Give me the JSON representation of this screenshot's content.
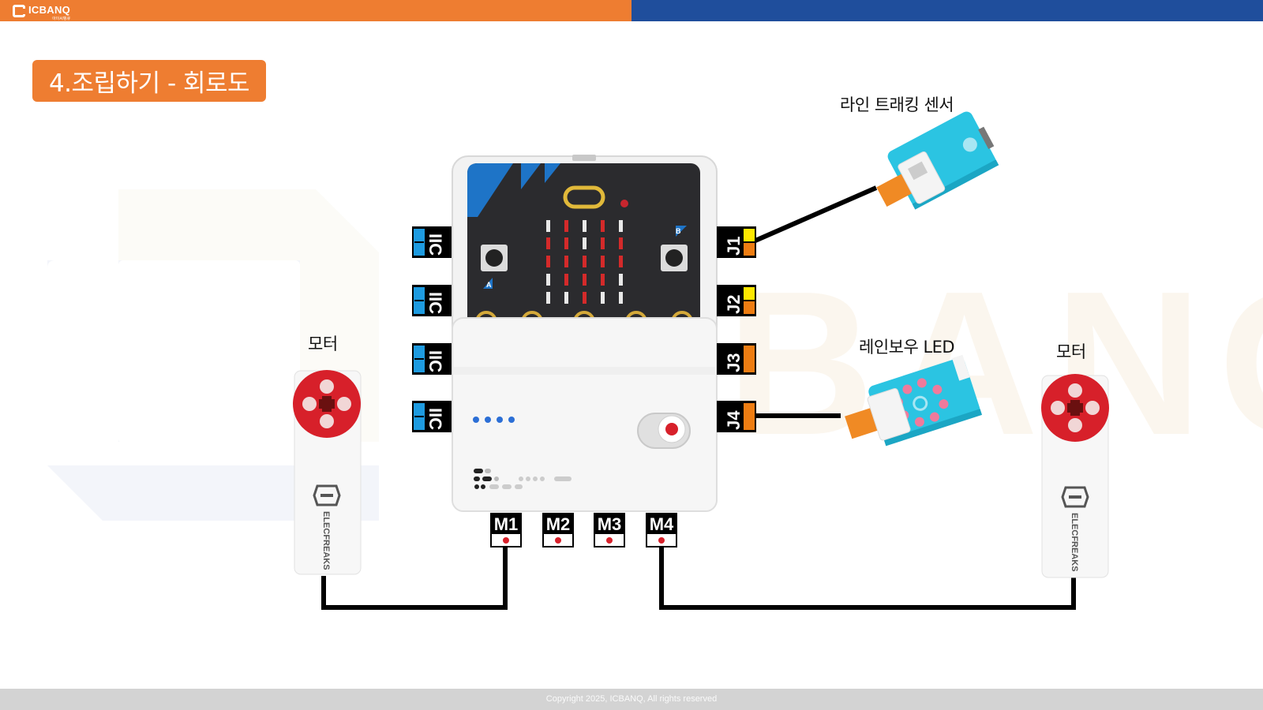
{
  "header": {
    "logo_text": "ICBANQ",
    "logo_sub": "아이씨뱅큐",
    "left_color": "#ee7d31",
    "right_color": "#1f4e9c"
  },
  "slide": {
    "title": "4.조립하기 - 회로도"
  },
  "labels": {
    "line_sensor": "라인 트래킹 센서",
    "rainbow_led": "레인보우 LED",
    "motor_left": "모터",
    "motor_right": "모터"
  },
  "board": {
    "left_ports": [
      "IIC",
      "IIC",
      "IIC",
      "IIC"
    ],
    "right_ports": [
      "J1",
      "J2",
      "J3",
      "J4"
    ],
    "bottom_ports": [
      "M1",
      "M2",
      "M3",
      "M4"
    ],
    "motor_brand": "ELECFREAKS",
    "button_a": "A",
    "button_b": "B"
  },
  "footer": {
    "copyright": "Copyright 2025, ICBANQ, All rights reserved"
  },
  "colors": {
    "accent": "#ee7d31",
    "iic": "#1e9be0",
    "j_yellow": "#ffe800",
    "j_orange": "#ee7d12",
    "motor_red": "#d7202a",
    "sensor_cyan": "#2bc4e2"
  }
}
